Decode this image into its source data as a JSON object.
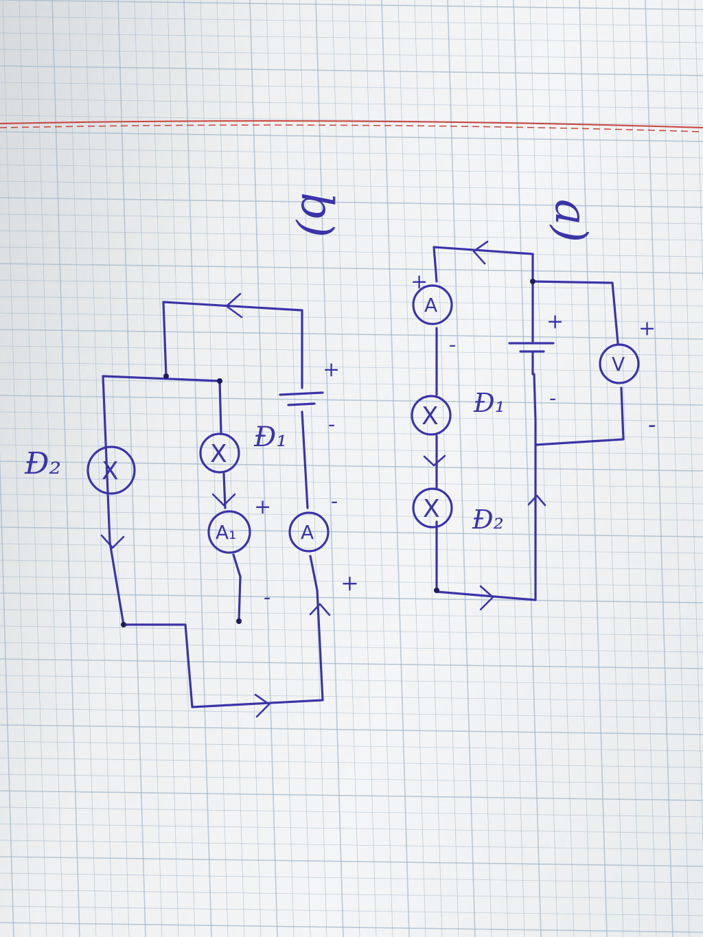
{
  "colors": {
    "ink": "#3b33a8",
    "grid": "#9fb6cc",
    "margin": "#c9423a",
    "paper": "#eef0f1"
  },
  "orientation": "rotated-90-clockwise",
  "circuit_a": {
    "part_label": "a)",
    "ammeter": {
      "symbol": "A",
      "plus": "+",
      "minus": "-"
    },
    "voltmeter": {
      "symbol": "V",
      "plus": "+",
      "minus": "-"
    },
    "battery": {
      "plus": "+",
      "minus": "-"
    },
    "lamp1": {
      "symbol": "X",
      "label": "Đ₁"
    },
    "lamp2": {
      "symbol": "X",
      "label": "Đ₂"
    }
  },
  "circuit_b": {
    "part_label": "b)",
    "battery": {
      "plus": "+",
      "minus": "-"
    },
    "ammeter": {
      "symbol": "A",
      "plus": "+",
      "minus": "-"
    },
    "ammeter2": {
      "symbol": "A₁",
      "plus": "+",
      "minus": "-"
    },
    "lamp1": {
      "symbol": "X",
      "label": "Đ₁"
    },
    "lamp2": {
      "symbol": "X",
      "label": "Đ₂"
    }
  }
}
